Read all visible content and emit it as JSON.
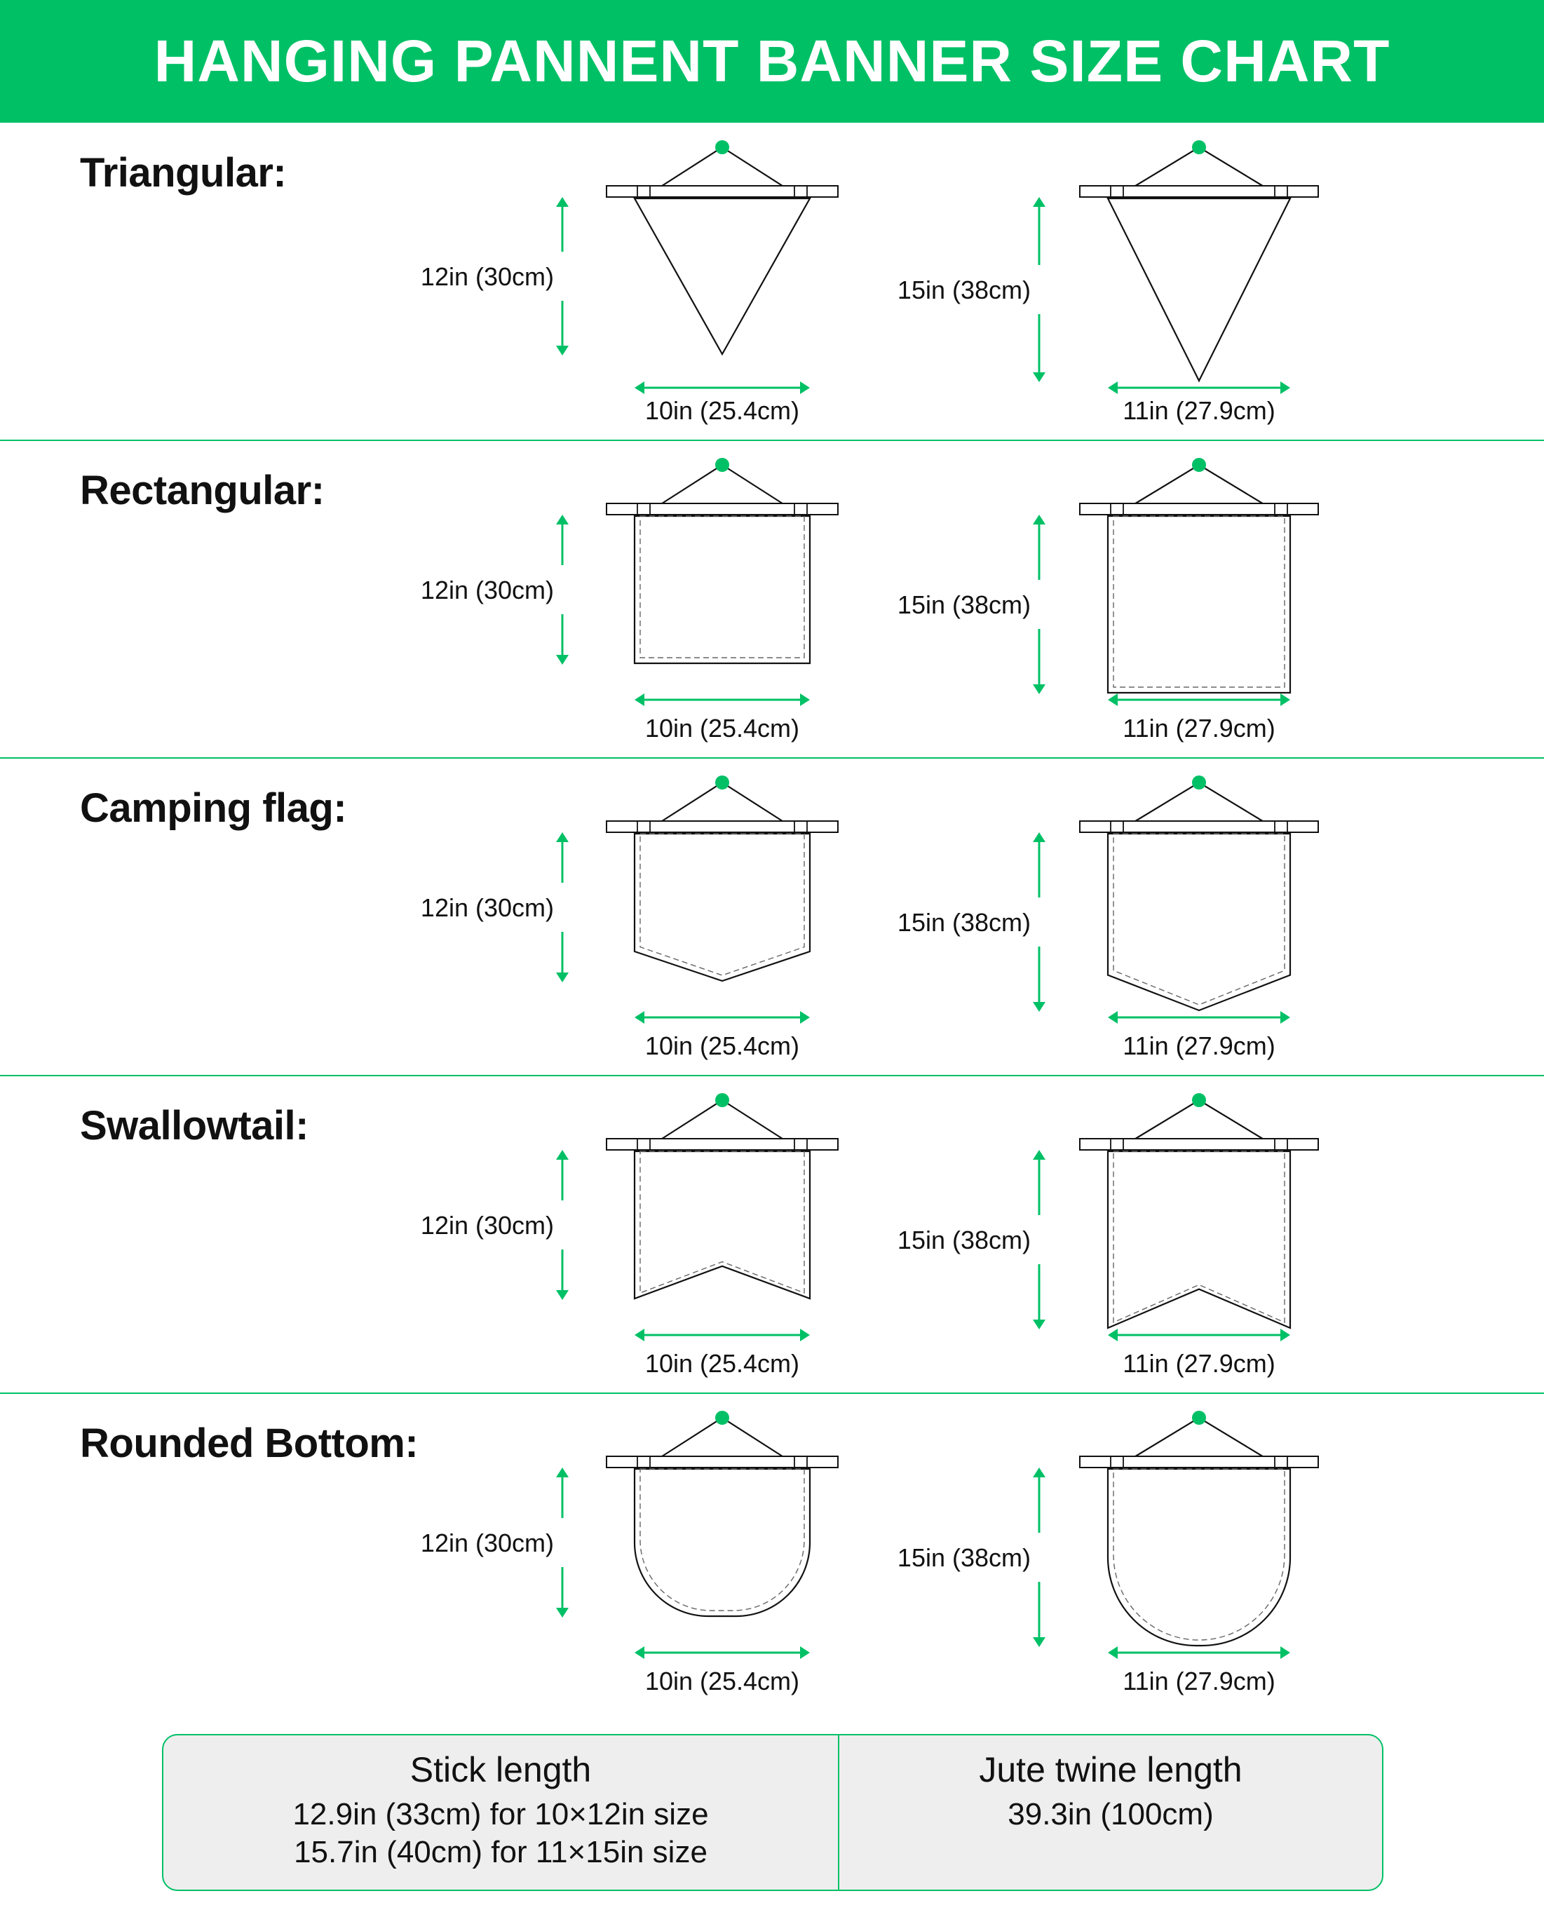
{
  "title": "HANGING PANNENT BANNER SIZE CHART",
  "rows": [
    {
      "label": "Triangular:",
      "shape": "triangle",
      "sizes": [
        {
          "height": "12in (30cm)",
          "width": "10in (25.4cm)"
        },
        {
          "height": "15in (38cm)",
          "width": "11in (27.9cm)"
        }
      ]
    },
    {
      "label": "Rectangular:",
      "shape": "rectangle",
      "sizes": [
        {
          "height": "12in (30cm)",
          "width": "10in (25.4cm)"
        },
        {
          "height": "15in (38cm)",
          "width": "11in (27.9cm)"
        }
      ]
    },
    {
      "label": "Camping flag:",
      "shape": "camping",
      "sizes": [
        {
          "height": "12in (30cm)",
          "width": "10in (25.4cm)"
        },
        {
          "height": "15in (38cm)",
          "width": "11in (27.9cm)"
        }
      ]
    },
    {
      "label": "Swallowtail:",
      "shape": "swallowtail",
      "sizes": [
        {
          "height": "12in (30cm)",
          "width": "10in (25.4cm)"
        },
        {
          "height": "15in (38cm)",
          "width": "11in (27.9cm)"
        }
      ]
    },
    {
      "label": "Rounded Bottom:",
      "shape": "rounded",
      "sizes": [
        {
          "height": "12in (30cm)",
          "width": "10in (25.4cm)"
        },
        {
          "height": "15in (38cm)",
          "width": "11in (27.9cm)"
        }
      ]
    }
  ],
  "footer": {
    "stick": {
      "title": "Stick length",
      "lines": [
        "12.9in (33cm) for 10×12in size",
        "15.7in (40cm) for 11×15in size"
      ]
    },
    "twine": {
      "title": "Jute twine length",
      "lines": [
        "39.3in (100cm)"
      ]
    }
  },
  "colors": {
    "accent": "#00c066",
    "panel": "#eeeeee"
  }
}
